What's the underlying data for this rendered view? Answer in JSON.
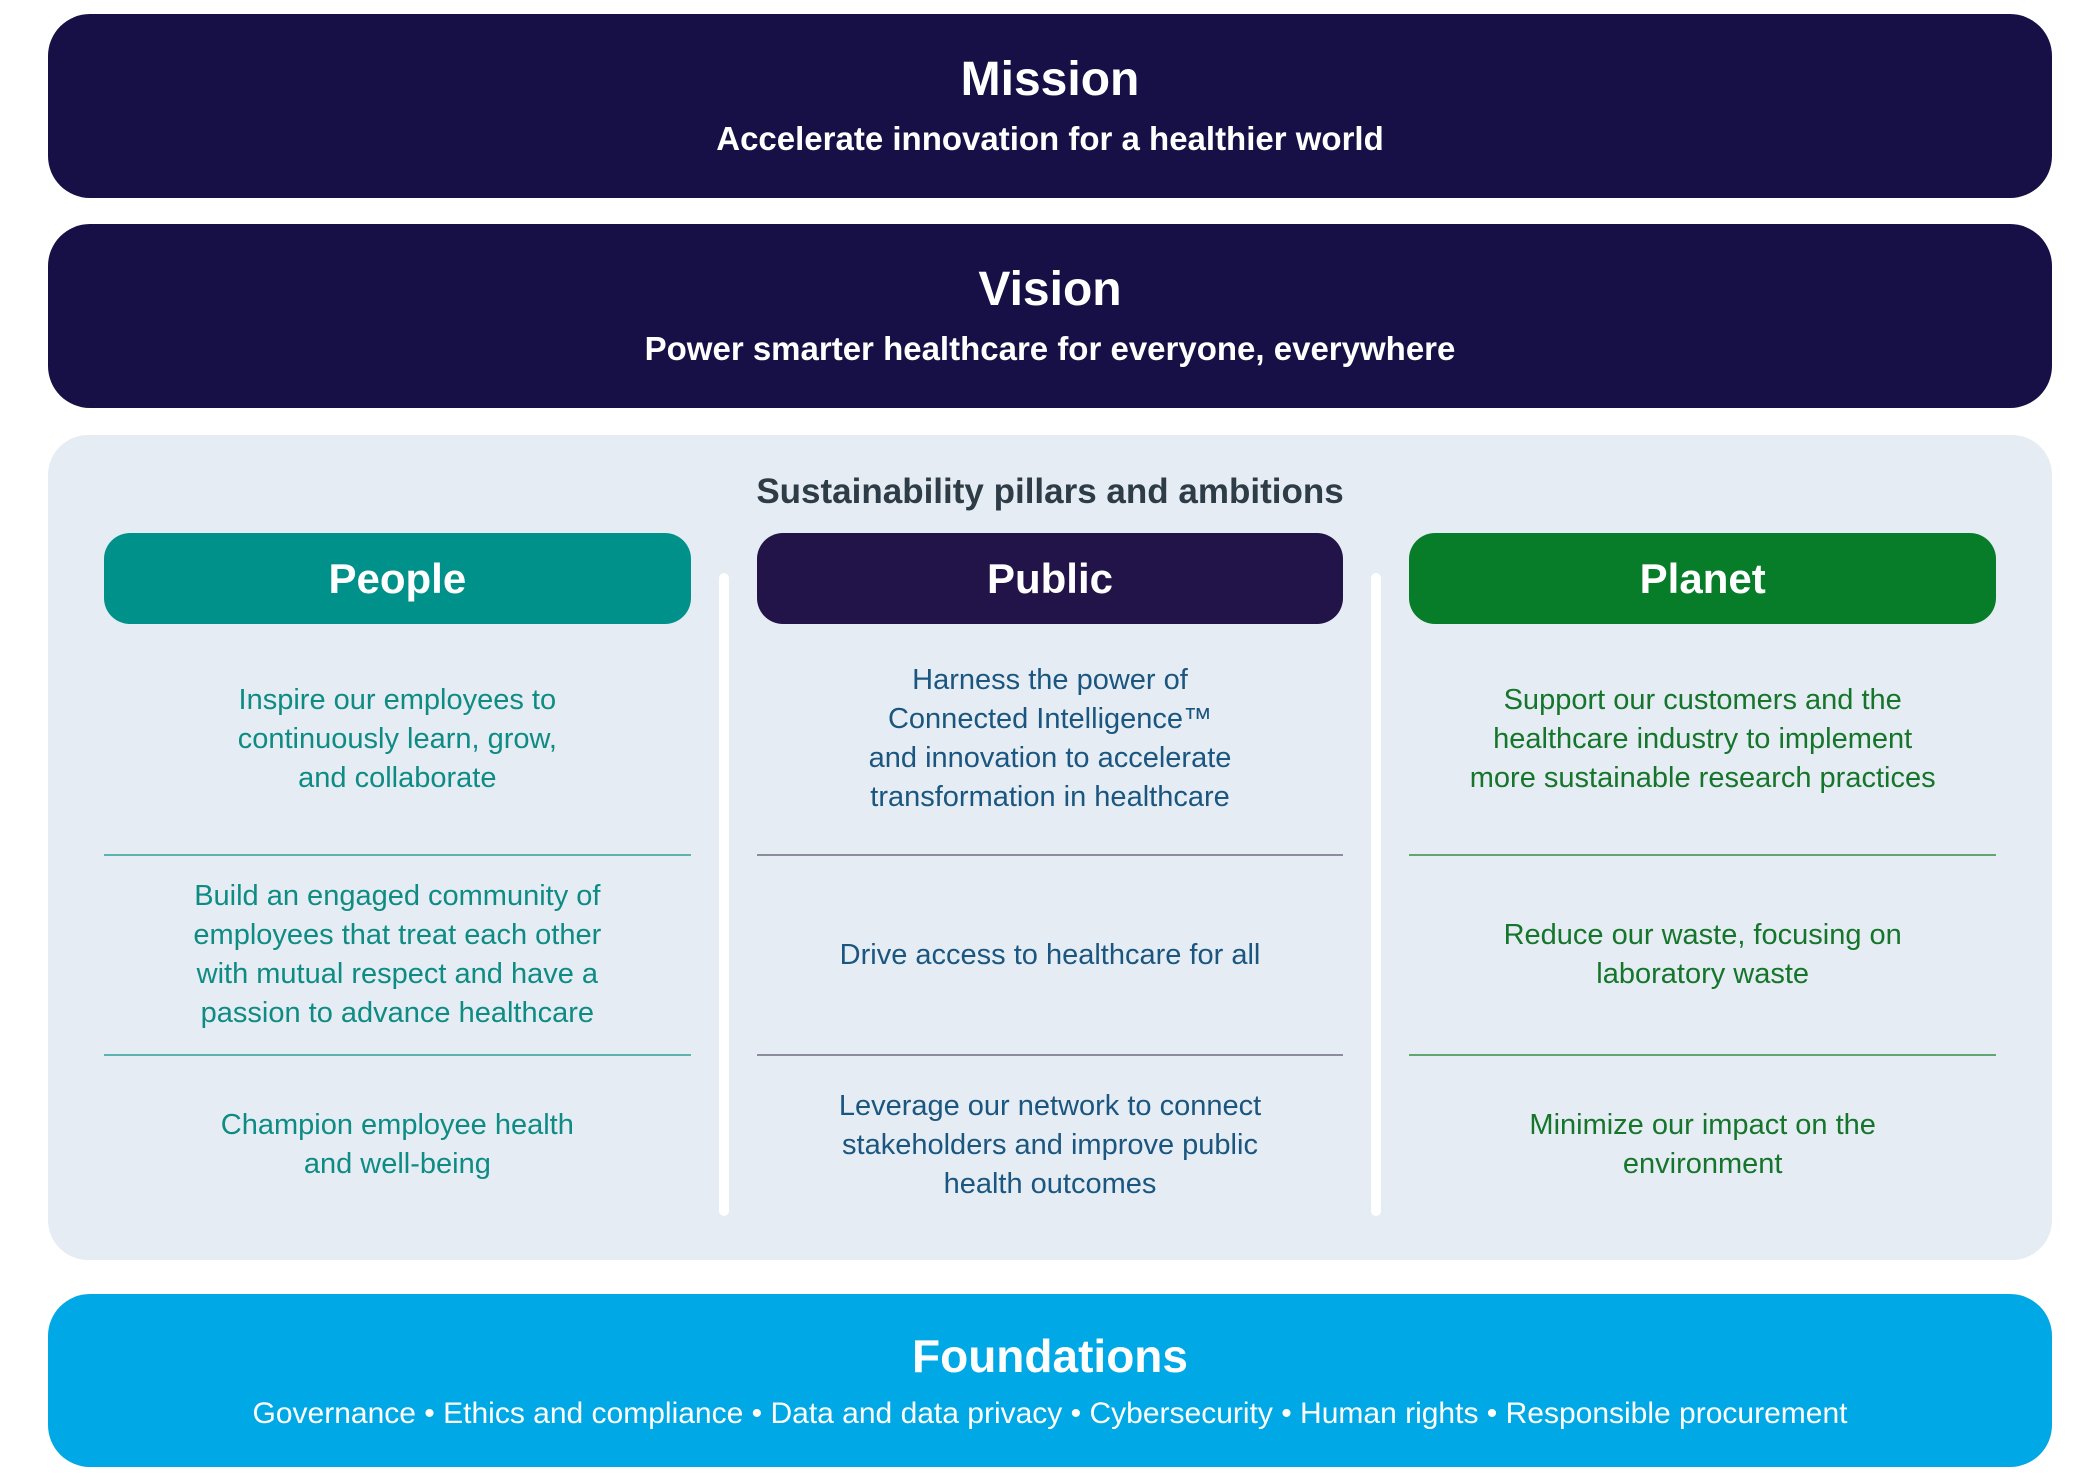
{
  "colors": {
    "banner_navy": "#171046",
    "public_pill_navy": "#221349",
    "people_teal": "#00928a",
    "planet_green": "#077d2a",
    "panel_background": "#e5ecf3",
    "foundations_cyan": "#00a8e6",
    "heading_text": "#2d3c46",
    "people_text": "#0e8c84",
    "public_text": "#1a567f",
    "planet_text": "#15752a"
  },
  "mission": {
    "title": "Mission",
    "subtitle": "Accelerate innovation for a healthier world"
  },
  "vision": {
    "title": "Vision",
    "subtitle": "Power smarter healthcare for everyone, everywhere"
  },
  "pillars_section": {
    "heading": "Sustainability pillars and ambitions",
    "pillars": [
      {
        "name": "People",
        "ambitions": [
          "Inspire our employees to\ncontinuously learn, grow,\nand collaborate",
          "Build an engaged community of\nemployees that treat each other\nwith mutual respect and have a\npassion to advance healthcare",
          "Champion employee health\nand well-being"
        ]
      },
      {
        "name": "Public",
        "ambitions": [
          "Harness the power of\nConnected Intelligence™\nand innovation to accelerate\ntransformation in healthcare",
          "Drive access to healthcare for all",
          "Leverage our network to connect\nstakeholders and improve public\nhealth outcomes"
        ]
      },
      {
        "name": "Planet",
        "ambitions": [
          "Support our customers and the\nhealthcare industry to implement\nmore sustainable research practices",
          "Reduce our waste, focusing on\nlaboratory waste",
          "Minimize our impact on the\nenvironment"
        ]
      }
    ]
  },
  "foundations": {
    "title": "Foundations",
    "items_line": "Governance • Ethics and compliance • Data and data privacy • Cybersecurity • Human rights • Responsible procurement"
  }
}
